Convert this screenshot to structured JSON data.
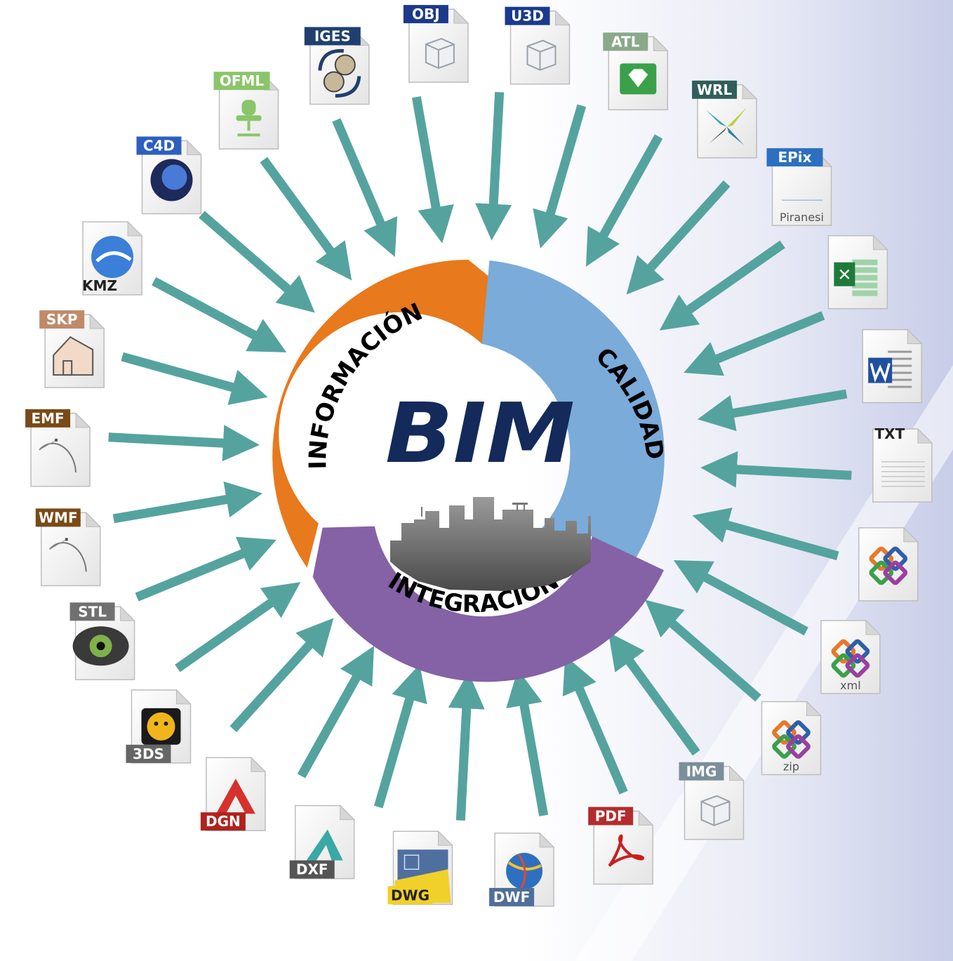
{
  "diagram": {
    "center": {
      "logo": "BIM",
      "segments": [
        {
          "label": "INFORMACIÓN",
          "color": "#e8791c"
        },
        {
          "label": "CALIDAD",
          "color": "#7aabd9"
        },
        {
          "label": "INTEGRACIÓN",
          "color": "#8462a5"
        }
      ]
    },
    "arrow_color": "#55a39e",
    "file_formats": [
      {
        "label": "U3D",
        "tag_color": "#1b3a8c",
        "icon": "wireframe-box-icon"
      },
      {
        "label": "ATL",
        "tag_color": "#8aa88a",
        "icon": "diamond-icon"
      },
      {
        "label": "WRL",
        "tag_color": "#2f5f5a",
        "icon": "pinwheel-icon"
      },
      {
        "label": "EPix",
        "tag_color": "#2d6fc0",
        "icon": "piranesi-icon",
        "caption": "Piranesi"
      },
      {
        "label": "",
        "tag_color": "#1f7a3a",
        "icon": "excel-icon"
      },
      {
        "label": "",
        "tag_color": "#1f4fa0",
        "icon": "word-icon"
      },
      {
        "label": "TXT",
        "tag_color": "#ffffff",
        "icon": "text-lines-icon"
      },
      {
        "label": "",
        "tag_color": "#ffffff",
        "icon": "ifc-icon"
      },
      {
        "label": "",
        "tag_color": "#ffffff",
        "icon": "ifc-icon",
        "caption": "xml"
      },
      {
        "label": "",
        "tag_color": "#ffffff",
        "icon": "ifc-icon",
        "caption": "zip"
      },
      {
        "label": "IMG",
        "tag_color": "#7a8f9a",
        "icon": "wireframe-box-icon"
      },
      {
        "label": "PDF",
        "tag_color": "#b22d2d",
        "icon": "acrobat-icon"
      },
      {
        "label": "DWF",
        "tag_color": "#506e9a",
        "icon": "globe-icon"
      },
      {
        "label": "DWG",
        "tag_color": "#f1d02a",
        "icon": "blueprint-icon"
      },
      {
        "label": "DXF",
        "tag_color": "#555555",
        "icon": "autodesk-icon"
      },
      {
        "label": "DGN",
        "tag_color": "#b0221e",
        "icon": "autocad-icon"
      },
      {
        "label": "3DS",
        "tag_color": "#666666",
        "icon": "cheetah-icon"
      },
      {
        "label": "STL",
        "tag_color": "#707070",
        "icon": "eye-icon"
      },
      {
        "label": "WMF",
        "tag_color": "#7a4a16",
        "icon": "bezier-curve-icon"
      },
      {
        "label": "EMF",
        "tag_color": "#7a4a16",
        "icon": "bezier-curve-icon"
      },
      {
        "label": "SKP",
        "tag_color": "#c08a6a",
        "icon": "house-icon"
      },
      {
        "label": "KMZ",
        "tag_color": "#ffffff",
        "icon": "google-earth-icon"
      },
      {
        "label": "C4D",
        "tag_color": "#2c5fc0",
        "icon": "cinema4d-icon"
      },
      {
        "label": "OFML",
        "tag_color": "#8bc56a",
        "icon": "office-chair-icon"
      },
      {
        "label": "IGES",
        "tag_color": "#1f3f6f",
        "icon": "cycle-gears-icon"
      },
      {
        "label": "OBJ",
        "tag_color": "#1b3a8c",
        "icon": "wireframe-box-icon"
      }
    ]
  }
}
